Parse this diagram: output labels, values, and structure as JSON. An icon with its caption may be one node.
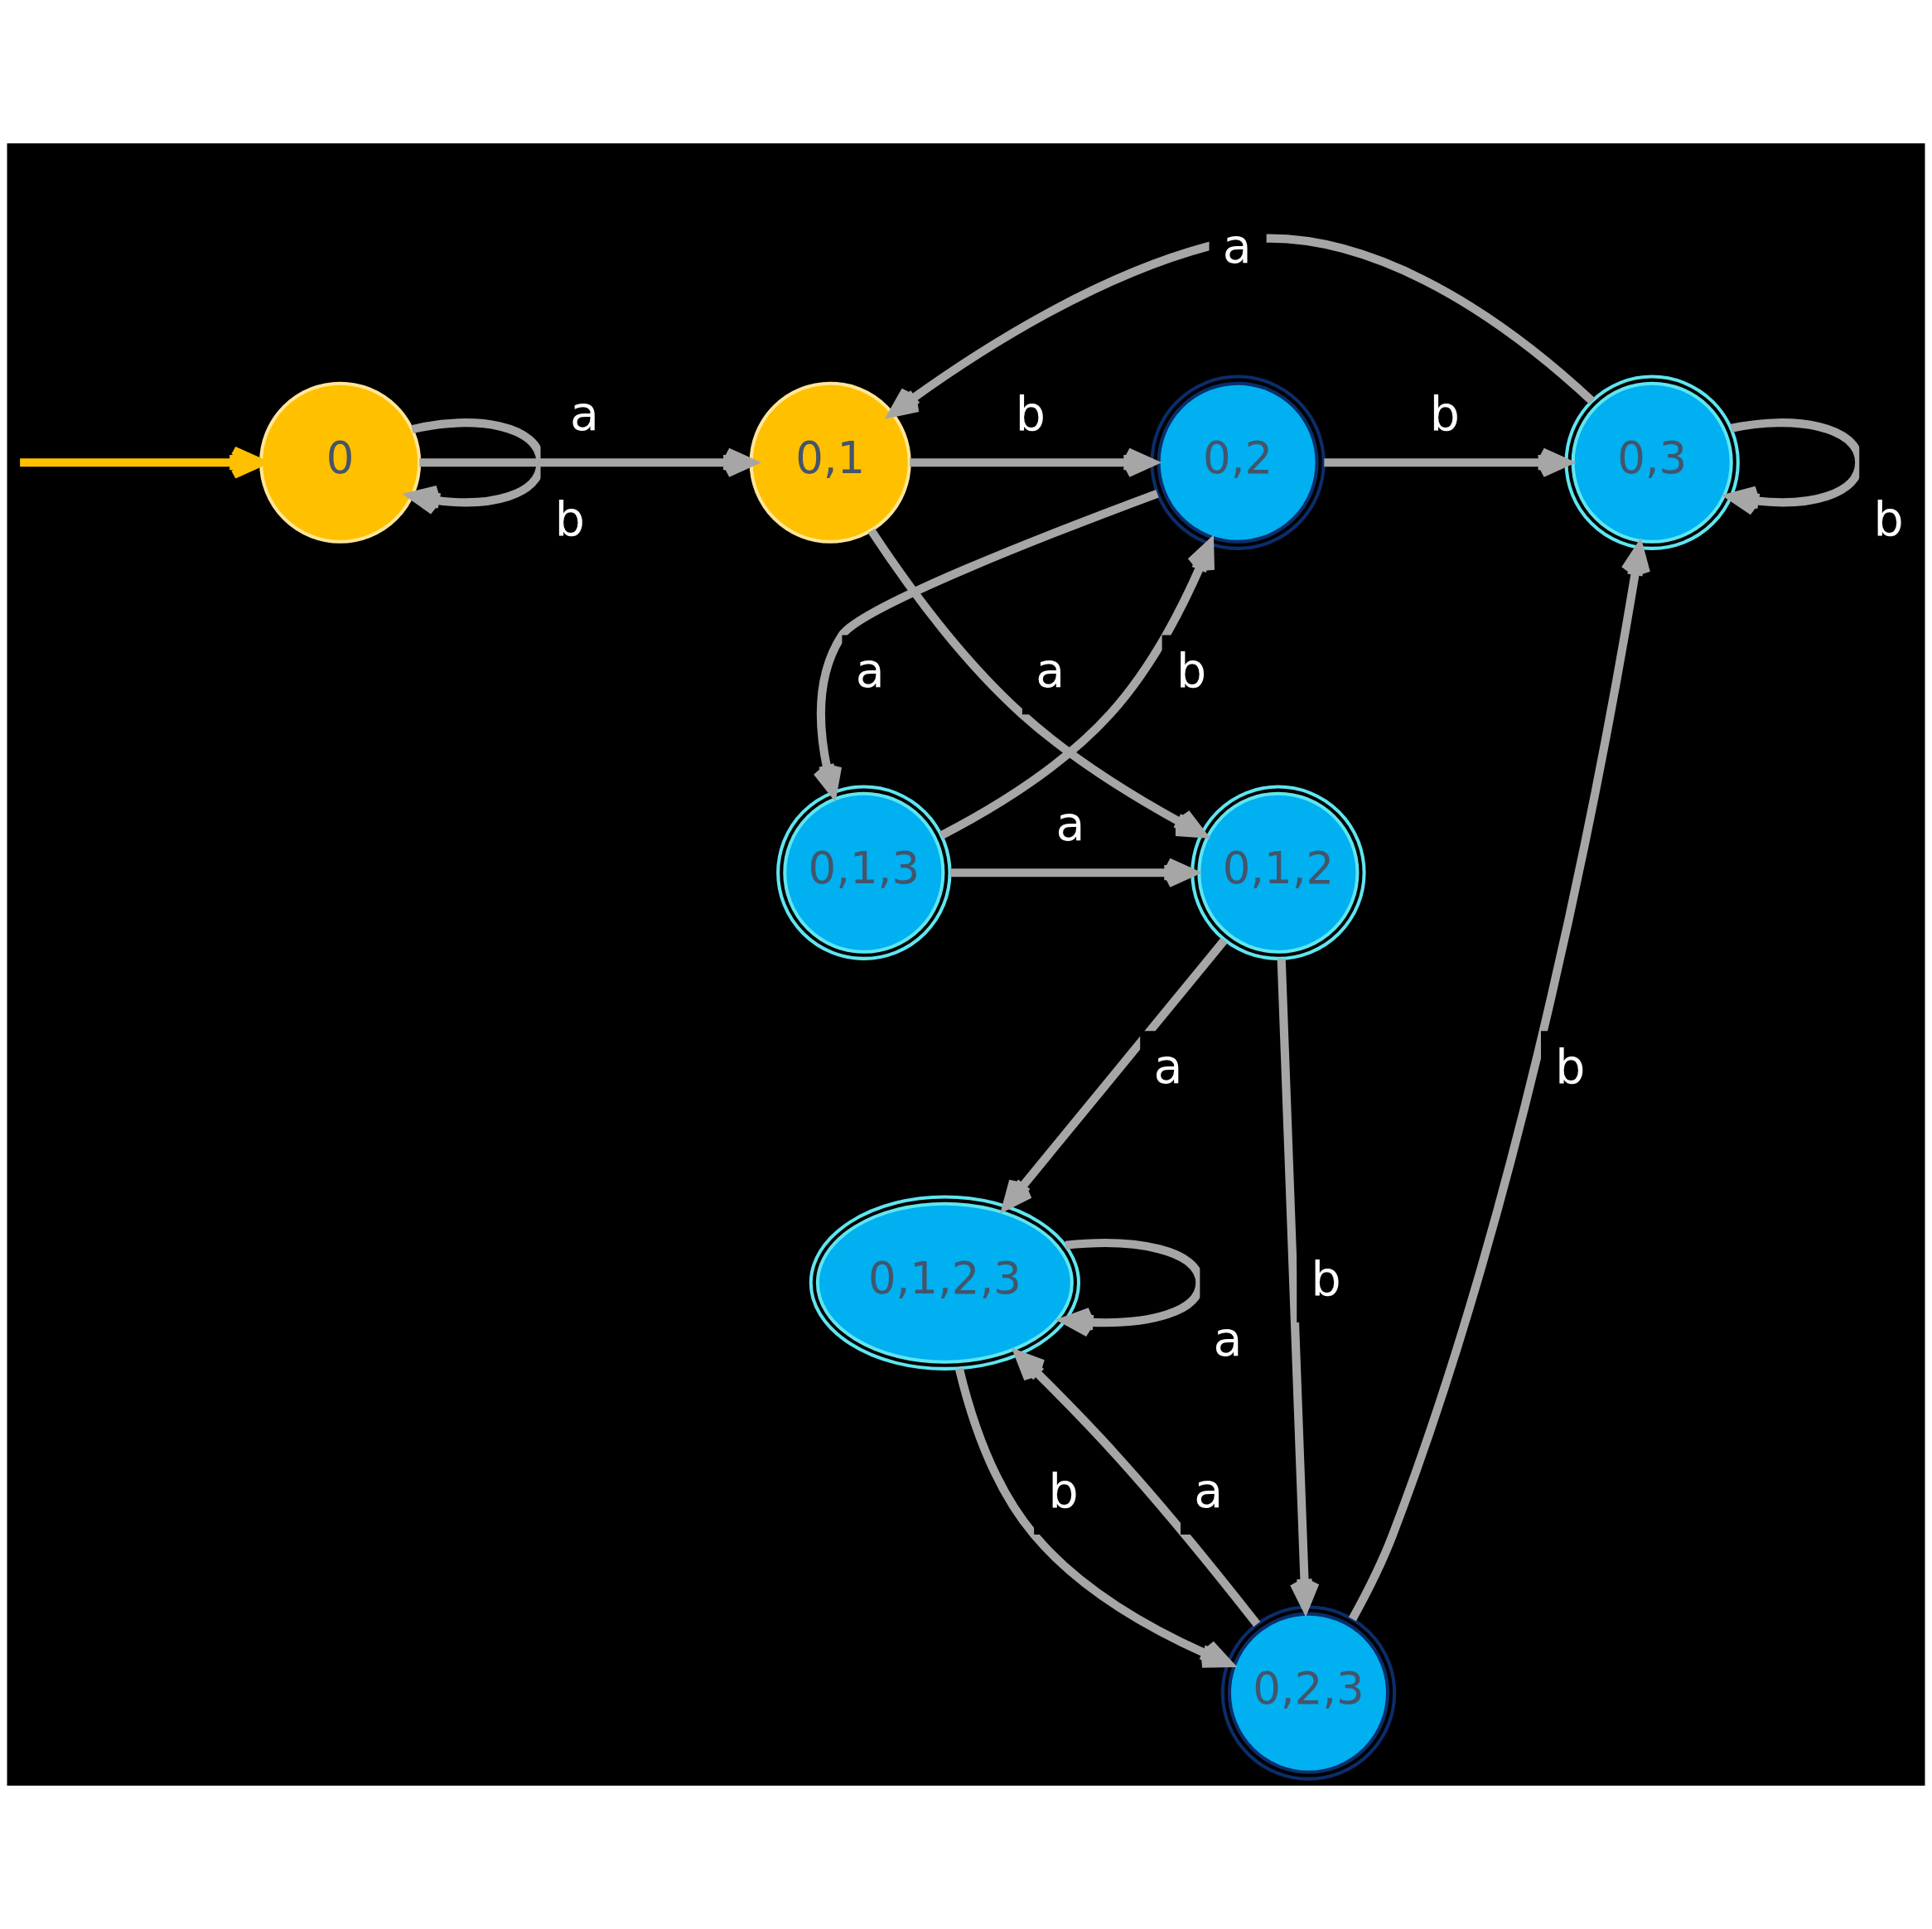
{
  "diagram": {
    "nodes": [
      {
        "text": [
          "0"
        ]
      },
      {
        "text": [
          "0,1"
        ]
      },
      {
        "text": [
          "0,2"
        ]
      },
      {
        "text": [
          "0,3"
        ]
      },
      {
        "text": [
          "0,1,2"
        ]
      },
      {
        "text": [
          "0,1,3"
        ]
      },
      {
        "text": [
          "0,1,2,3"
        ]
      },
      {
        "text": [
          "0,2,3"
        ]
      }
    ],
    "edges": [
      {
        "from": null,
        "to": 0,
        "arrow": "to",
        "color": "#ffc000"
      },
      {
        "from": 0,
        "to": 0,
        "arrow": "to",
        "label": "b"
      },
      {
        "from": 0,
        "to": 1,
        "arrow": "to",
        "label": "a"
      },
      {
        "from": 1,
        "to": 2,
        "arrow": "to",
        "label": "b"
      },
      {
        "from": 1,
        "to": 4,
        "arrow": "to",
        "label": "a"
      },
      {
        "from": 2,
        "to": 3,
        "arrow": "to",
        "label": "b"
      },
      {
        "from": 2,
        "to": 5,
        "arrow": "to",
        "label": "a"
      },
      {
        "from": 3,
        "to": 3,
        "arrow": "to",
        "label": "b"
      },
      {
        "from": 3,
        "to": 1,
        "arrow": "to",
        "label": "a"
      },
      {
        "from": 5,
        "to": 2,
        "arrow": "to",
        "label": "b"
      },
      {
        "from": 5,
        "to": 4,
        "arrow": "to",
        "label": "a"
      },
      {
        "from": 4,
        "to": 6,
        "arrow": "to",
        "label": "a"
      },
      {
        "from": 4,
        "to": 7,
        "arrow": "to",
        "label": "b"
      },
      {
        "from": 6,
        "to": 6,
        "arrow": "to",
        "label": "a"
      },
      {
        "from": 6,
        "to": 7,
        "arrow": "to",
        "label": "b"
      },
      {
        "from": 7,
        "to": 6,
        "arrow": "to",
        "label": "a"
      },
      {
        "from": 7,
        "to": 3,
        "arrow": "to",
        "label": "b"
      }
    ]
  }
}
